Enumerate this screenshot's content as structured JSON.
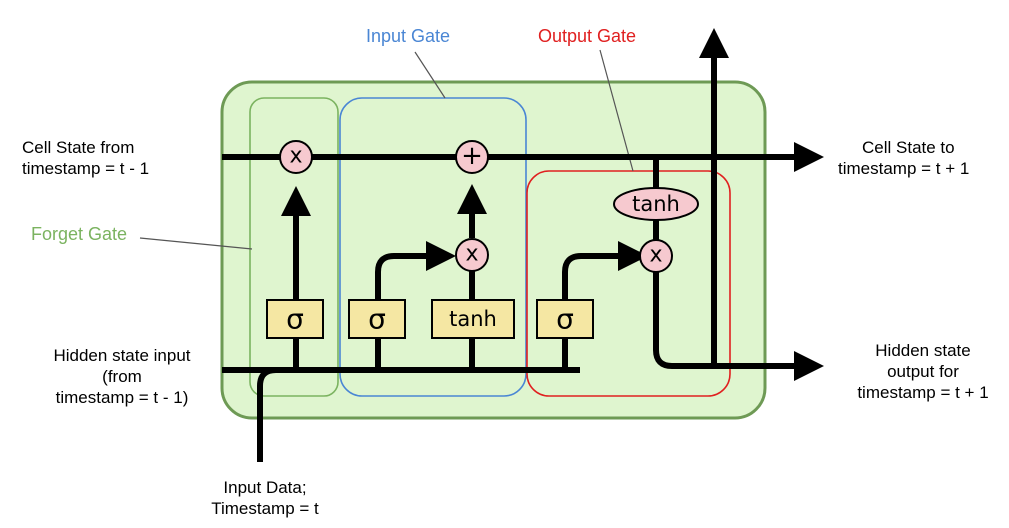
{
  "labels": {
    "cell_in": [
      "Cell State from",
      "timestamp = t - 1"
    ],
    "cell_out": [
      "Cell State to",
      "timestamp = t + 1"
    ],
    "hidden_in": [
      "Hidden state input",
      "(from",
      "timestamp =  t - 1)"
    ],
    "hidden_out": [
      "Hidden state",
      "output for",
      "timestamp = t + 1"
    ],
    "input_data": [
      "Input Data;",
      "Timestamp = t"
    ],
    "forget_gate": "Forget Gate",
    "input_gate": "Input Gate",
    "output_gate": "Output Gate"
  },
  "ops": {
    "multiply": "x",
    "add": "+",
    "tanh": "tanh",
    "sigma": "σ"
  },
  "colors": {
    "cell_fill": "#dff5cf",
    "cell_border": "#6e9a55",
    "forget_gate": "#7bb360",
    "input_gate": "#4a86d4",
    "output_gate": "#e02020",
    "op_fill": "#f6c9cf",
    "layer_fill": "#f5e7a3",
    "line": "#000000"
  }
}
